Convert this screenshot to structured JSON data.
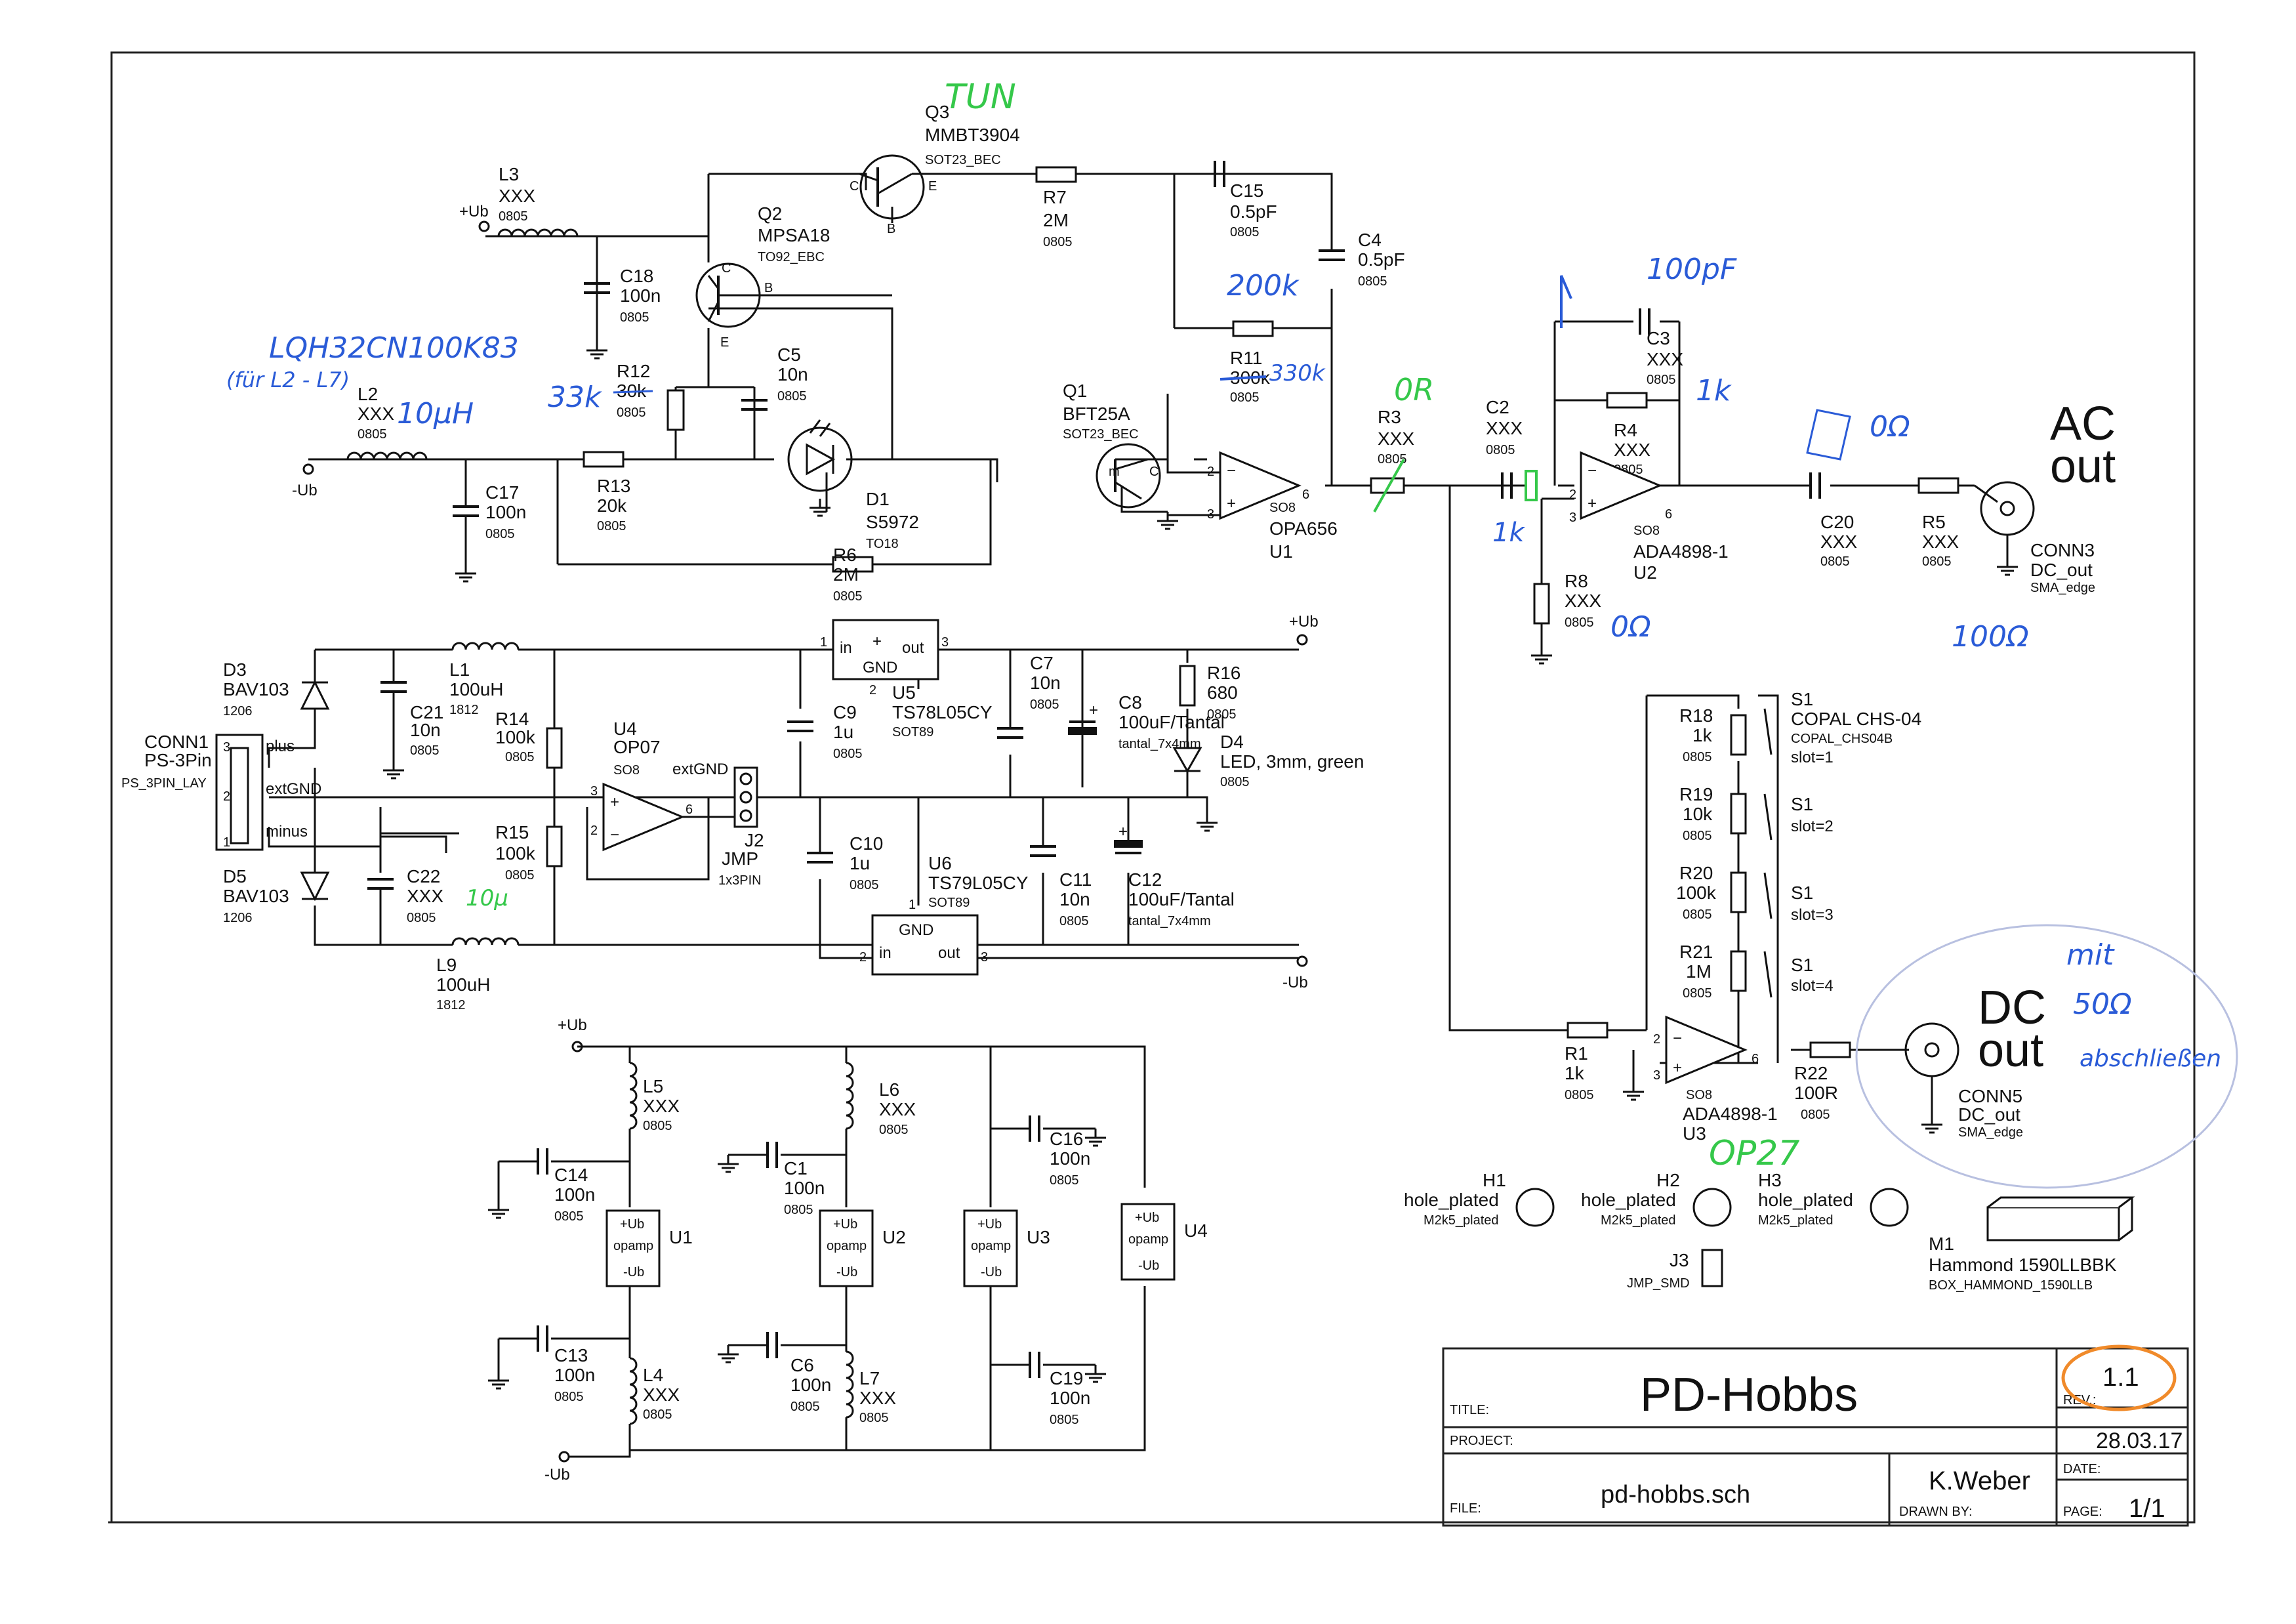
{
  "title_block": {
    "title_label": "TITLE:",
    "title": "PD-Hobbs",
    "project_label": "PROJECT:",
    "file_label": "FILE:",
    "file": "pd-hobbs.sch",
    "drawn_by_label": "DRAWN BY:",
    "drawn_by": "K.Weber",
    "rev_label": "REV.:",
    "rev": "1.1",
    "date_label": "DATE:",
    "date": "28.03.17",
    "page_label": "PAGE:",
    "page": "1/1"
  },
  "parts": {
    "q3": {
      "ref": "Q3",
      "value": "MMBT3904",
      "pkg": "SOT23_BEC"
    },
    "q2": {
      "ref": "Q2",
      "value": "MPSA18",
      "pkg": "TO92_EBC"
    },
    "q1": {
      "ref": "Q1",
      "value": "BFT25A",
      "pkg": "SOT23_BEC"
    },
    "l3": {
      "ref": "L3",
      "value": "XXX",
      "pkg": "0805"
    },
    "c18": {
      "ref": "C18",
      "value": "100n",
      "pkg": "0805"
    },
    "r12": {
      "ref": "R12",
      "value": "30k",
      "pkg": "0805"
    },
    "c5": {
      "ref": "C5",
      "value": "10n",
      "pkg": "0805"
    },
    "l2": {
      "ref": "L2",
      "value": "XXX",
      "pkg": "0805"
    },
    "r13": {
      "ref": "R13",
      "value": "20k",
      "pkg": "0805"
    },
    "c17": {
      "ref": "C17",
      "value": "100n",
      "pkg": "0805"
    },
    "d1": {
      "ref": "D1",
      "value": "S5972",
      "pkg": "TO18"
    },
    "r6": {
      "ref": "R6",
      "value": "2M",
      "pkg": "0805"
    },
    "r7": {
      "ref": "R7",
      "value": "2M",
      "pkg": "0805"
    },
    "c15": {
      "ref": "C15",
      "value": "0.5pF",
      "pkg": "0805"
    },
    "c4": {
      "ref": "C4",
      "value": "0.5pF",
      "pkg": "0805"
    },
    "r11": {
      "ref": "R11",
      "value": "300k",
      "pkg": "0805"
    },
    "u1": {
      "ref": "U1",
      "value": "OPA656",
      "pkg": "SO8"
    },
    "r3": {
      "ref": "R3",
      "value": "XXX",
      "pkg": "0805"
    },
    "c2": {
      "ref": "C2",
      "value": "XXX",
      "pkg": "0805"
    },
    "c3": {
      "ref": "C3",
      "value": "XXX",
      "pkg": "0805"
    },
    "r4": {
      "ref": "R4",
      "value": "XXX",
      "pkg": "0805"
    },
    "u2": {
      "ref": "U2",
      "value": "ADA4898-1",
      "pkg": "SO8"
    },
    "r8": {
      "ref": "R8",
      "value": "XXX",
      "pkg": "0805"
    },
    "c20": {
      "ref": "C20",
      "value": "XXX",
      "pkg": "0805"
    },
    "r5": {
      "ref": "R5",
      "value": "XXX",
      "pkg": "0805"
    },
    "conn3": {
      "ref": "CONN3",
      "value": "DC_out",
      "pkg": "SMA_edge"
    },
    "d3": {
      "ref": "D3",
      "value": "BAV103",
      "pkg": "1206"
    },
    "d5": {
      "ref": "D5",
      "value": "BAV103",
      "pkg": "1206"
    },
    "conn1": {
      "ref": "CONN1",
      "value": "PS-3Pin",
      "pkg": "PS_3PIN_LAY"
    },
    "l1": {
      "ref": "L1",
      "value": "100uH",
      "pkg": "1812"
    },
    "l9": {
      "ref": "L9",
      "value": "100uH",
      "pkg": "1812"
    },
    "c21": {
      "ref": "C21",
      "value": "10n",
      "pkg": "0805"
    },
    "c22": {
      "ref": "C22",
      "value": "XXX",
      "pkg": "0805"
    },
    "r14": {
      "ref": "R14",
      "value": "100k",
      "pkg": "0805"
    },
    "r15": {
      "ref": "R15",
      "value": "100k",
      "pkg": "0805"
    },
    "u4": {
      "ref": "U4",
      "value": "OP07",
      "pkg": "SO8"
    },
    "j2": {
      "ref": "J2",
      "value": "JMP",
      "pkg": "1x3PIN"
    },
    "c9": {
      "ref": "C9",
      "value": "1u",
      "pkg": "0805"
    },
    "c10": {
      "ref": "C10",
      "value": "1u",
      "pkg": "0805"
    },
    "u5": {
      "ref": "U5",
      "value": "TS78L05CY",
      "pkg": "SOT89"
    },
    "u6": {
      "ref": "U6",
      "value": "TS79L05CY",
      "pkg": "SOT89"
    },
    "c7": {
      "ref": "C7",
      "value": "10n",
      "pkg": "0805"
    },
    "c11": {
      "ref": "C11",
      "value": "10n",
      "pkg": "0805"
    },
    "c8": {
      "ref": "C8",
      "value": "100uF/Tantal",
      "pkg": "tantal_7x4mm"
    },
    "c12": {
      "ref": "C12",
      "value": "100uF/Tantal",
      "pkg": "tantal_7x4mm"
    },
    "r16": {
      "ref": "R16",
      "value": "680",
      "pkg": "0805"
    },
    "d4": {
      "ref": "D4",
      "value": "LED, 3mm, green",
      "pkg": "0805"
    },
    "s1": {
      "ref": "S1",
      "value": "COPAL CHS-04",
      "pkg": "COPAL_CHS04B"
    },
    "r18": {
      "ref": "R18",
      "value": "1k",
      "pkg": "0805"
    },
    "r19": {
      "ref": "R19",
      "value": "10k",
      "pkg": "0805"
    },
    "r20": {
      "ref": "R20",
      "value": "100k",
      "pkg": "0805"
    },
    "r21": {
      "ref": "R21",
      "value": "1M",
      "pkg": "0805"
    },
    "r1": {
      "ref": "R1",
      "value": "1k",
      "pkg": "0805"
    },
    "u3": {
      "ref": "U3",
      "value": "ADA4898-1",
      "pkg": "SO8"
    },
    "r22": {
      "ref": "R22",
      "value": "100R",
      "pkg": "0805"
    },
    "conn5": {
      "ref": "CONN5",
      "value": "DC_out",
      "pkg": "SMA_edge"
    },
    "l5": {
      "ref": "L5",
      "value": "XXX",
      "pkg": "0805"
    },
    "l4": {
      "ref": "L4",
      "value": "XXX",
      "pkg": "0805"
    },
    "l6": {
      "ref": "L6",
      "value": "XXX",
      "pkg": "0805"
    },
    "l7": {
      "ref": "L7",
      "value": "XXX",
      "pkg": "0805"
    },
    "c14": {
      "ref": "C14",
      "value": "100n",
      "pkg": "0805"
    },
    "c13": {
      "ref": "C13",
      "value": "100n",
      "pkg": "0805"
    },
    "c1": {
      "ref": "C1",
      "value": "100n",
      "pkg": "0805"
    },
    "c6": {
      "ref": "C6",
      "value": "100n",
      "pkg": "0805"
    },
    "c16": {
      "ref": "C16",
      "value": "100n",
      "pkg": "0805"
    },
    "c19": {
      "ref": "C19",
      "value": "100n",
      "pkg": "0805"
    },
    "h1": {
      "ref": "H1",
      "value": "hole_plated",
      "pkg": "M2k5_plated"
    },
    "h2": {
      "ref": "H2",
      "value": "hole_plated",
      "pkg": "M2k5_plated"
    },
    "h3": {
      "ref": "H3",
      "value": "hole_plated",
      "pkg": "M2k5_plated"
    },
    "j3": {
      "ref": "J3",
      "value": "JMP_SMD"
    },
    "m1": {
      "ref": "M1",
      "value": "Hammond 1590LLBBK",
      "pkg": "BOX_HAMMOND_1590LLB"
    }
  },
  "labels": {
    "plus_ub": "+Ub",
    "minus_ub": "-Ub",
    "plus": "plus",
    "minus": "minus",
    "extgnd": "extGND",
    "ac_out": "AC",
    "ac_out2": "out",
    "dc_out": "DC",
    "dc_out2": "out",
    "gnd": "GND",
    "in": "in",
    "out": "out",
    "opamp": "opamp",
    "slot1": "slot=1",
    "slot2": "slot=2",
    "slot3": "slot=3",
    "slot4": "slot=4"
  },
  "annotations": {
    "tun": "TUN",
    "lqh": "LQH32CN100K83",
    "fur": "(für L2 - L7)",
    "ten_uh": "10µH",
    "r12_new": "33k",
    "r11_new": "200k",
    "r11_new2": "330k",
    "zero_r": "0R",
    "c3_new": "100pF",
    "r4_new": "1k",
    "c2_new": "1k",
    "r8_new": "0Ω",
    "c20_new": "0Ω",
    "r5_new": "100Ω",
    "c22_new": "10µ",
    "op27": "OP27",
    "mit": "mit",
    "fifty": "50Ω",
    "abschl": "abschließen"
  }
}
